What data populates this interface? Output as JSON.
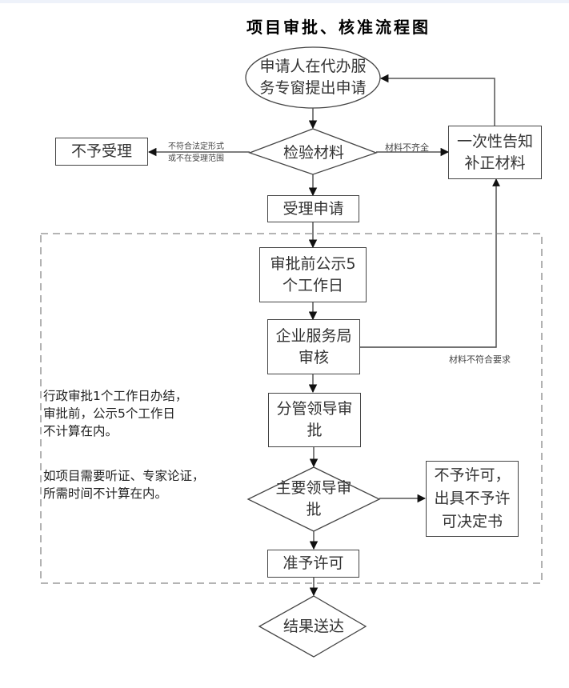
{
  "title": "项目审批、核准流程图",
  "nodes": {
    "apply": "申请人在代办服务专窗提出申请",
    "apply_l1": "申请人在代办服",
    "apply_l2": "务专窗提出申请",
    "check": "检验材料",
    "reject_accept": "不予受理",
    "supplement_l1": "一次性告知",
    "supplement_l2": "补正材料",
    "accept": "受理申请",
    "publicity_l1": "审批前公示5",
    "publicity_l2": "个工作日",
    "bureau_l1": "企业服务局",
    "bureau_l2": "审核",
    "deputy_l1": "分管领导审",
    "deputy_l2": "批",
    "chief_l1": "主要领导审",
    "chief_l2": "批",
    "deny_l1": "不予许可，",
    "deny_l2": "出具不予许",
    "deny_l3": "可决定书",
    "approve": "准予许可",
    "deliver": "结果送达"
  },
  "edge_labels": {
    "not_conform_l1": "不符合法定形式",
    "not_conform_l2": "或不在受理范围",
    "incomplete": "材料不齐全",
    "not_meet": "材料不符合要求"
  },
  "notes": {
    "note1": "行政审批1个工作日办结，\n审批前，公示5个工作日\n不计算在内。",
    "note2": "如项目需要听证、专家论证，\n所需时间不计算在内。"
  },
  "colors": {
    "line": "#444444",
    "dashed_border": "#888888",
    "text": "#333333"
  }
}
